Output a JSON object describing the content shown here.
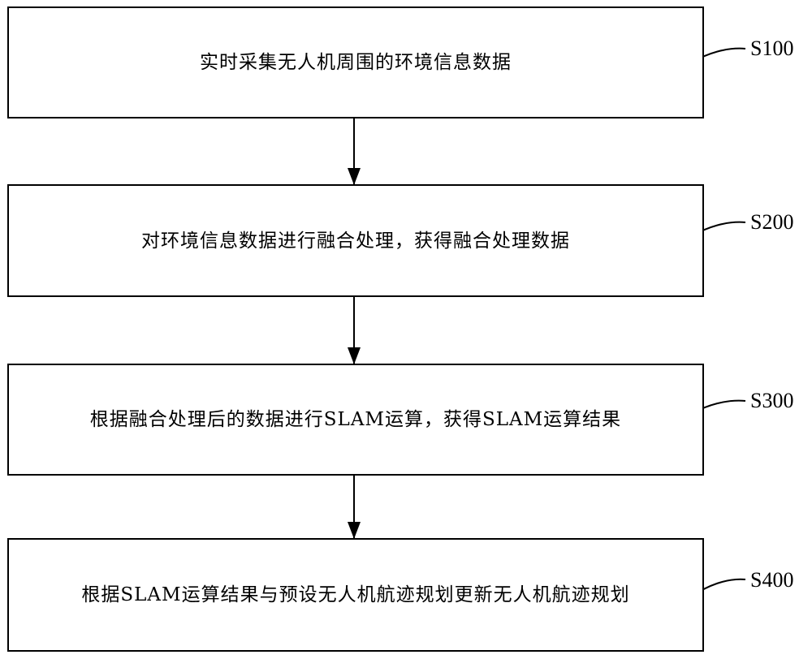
{
  "steps": [
    {
      "id": "S100",
      "text": "实时采集无人机周围的环境信息数据"
    },
    {
      "id": "S200",
      "text": "对环境信息数据进行融合处理，获得融合处理数据"
    },
    {
      "id": "S300",
      "text": "根据融合处理后的数据进行SLAM运算，获得SLAM运算结果"
    },
    {
      "id": "S400",
      "text": "根据SLAM运算结果与预设无人机航迹规划更新无人机航迹规划"
    }
  ]
}
